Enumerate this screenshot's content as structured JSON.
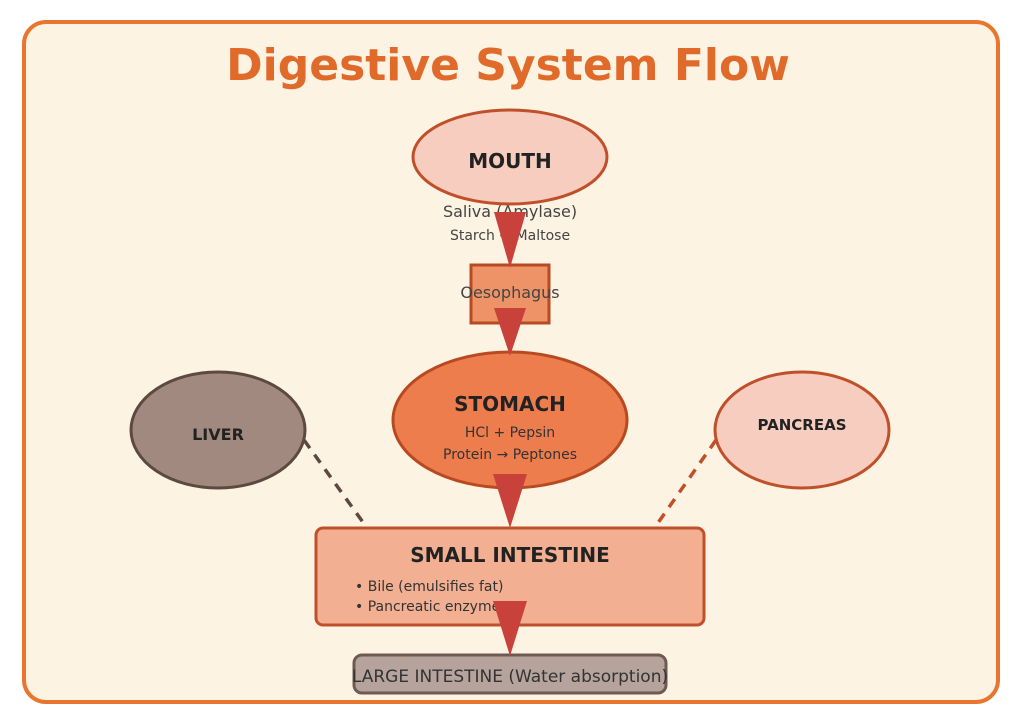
{
  "title": "Digestive System Flow",
  "colors": {
    "frame_border": "#E8762E",
    "frame_fill": "#FDF3E3",
    "title": "#E06A2A",
    "arrow": "#C8413A",
    "mouth_fill": "#F7CDC0",
    "mouth_stroke": "#C0502A",
    "oesophagus_fill": "#EE9368",
    "oesophagus_stroke": "#B84A22",
    "stomach_fill": "#EE7D4E",
    "stomach_stroke": "#B84A22",
    "small_intestine_fill": "#F2AF92",
    "small_intestine_stroke": "#C0502A",
    "large_intestine_fill": "#B5A39C",
    "large_intestine_stroke": "#6E5A52",
    "liver_fill": "#A18980",
    "liver_stroke": "#5C4A42",
    "liver_link": "#5C4A42",
    "pancreas_fill": "#F7CDC0",
    "pancreas_stroke": "#C0502A",
    "pancreas_link": "#C0502A"
  },
  "nodes": {
    "mouth": {
      "label": "MOUTH",
      "line1": "Saliva (Amylase)",
      "line2": "Starch → Maltose"
    },
    "oesophagus": {
      "label": "Oesophagus"
    },
    "stomach": {
      "label": "STOMACH",
      "line1": "HCl + Pepsin",
      "line2": "Protein → Peptones"
    },
    "liver": {
      "label": "LIVER"
    },
    "pancreas": {
      "label": "PANCREAS"
    },
    "small_intestine": {
      "label": "SMALL INTESTINE",
      "bullets": [
        "• Bile (emulsifies fat)",
        "• Pancreatic enzymes"
      ]
    },
    "large_intestine": {
      "label": "LARGE INTESTINE (Water absorption)"
    }
  }
}
